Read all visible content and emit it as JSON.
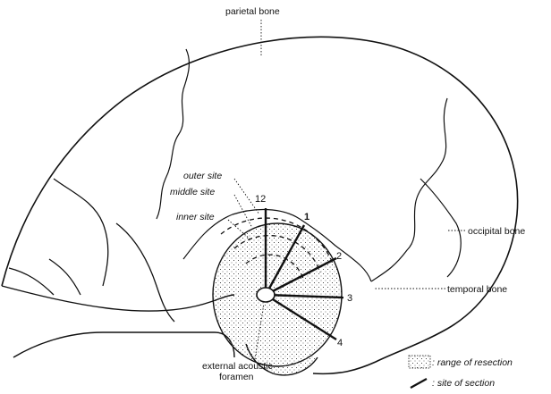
{
  "labels": {
    "parietal": "parietal bone",
    "occipital": "occipital bone",
    "temporal": "temporal bone",
    "outer": "outer site",
    "middle": "middle site",
    "inner": "inner site",
    "foramen_line1": "external acoustic",
    "foramen_line2": "foramen"
  },
  "clock_numbers": [
    "12",
    "1",
    "2",
    "3",
    "4"
  ],
  "legend": {
    "resection": ": range of resection",
    "section": ": site of section"
  }
}
